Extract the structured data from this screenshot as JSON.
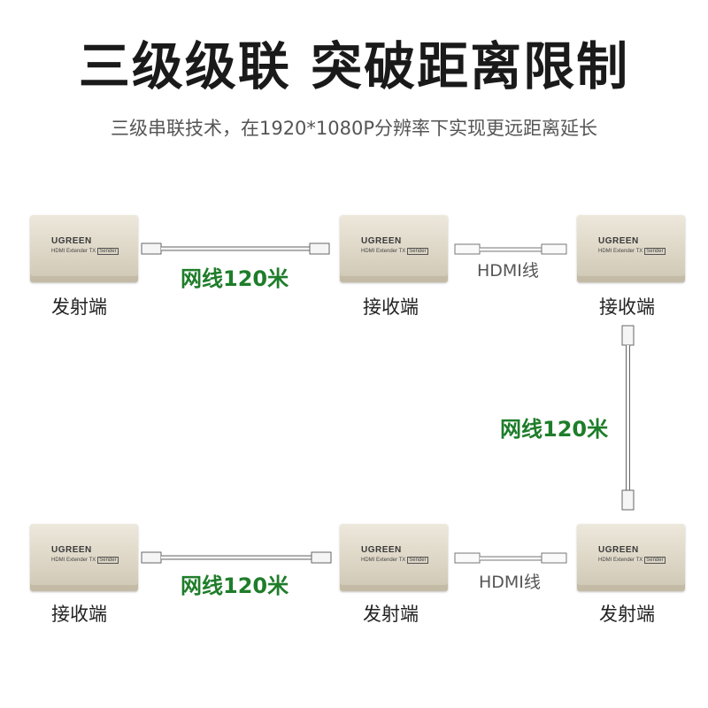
{
  "title": "三级级联  突破距离限制",
  "subtitle": "三级串联技术，在1920*1080P分辨率下实现更远距离延长",
  "device": {
    "brand": "UGREEN",
    "model_text": "HDMI Extender TX",
    "model_boxed": "Sender"
  },
  "labels": {
    "row1_left": "发射端",
    "row1_mid": "接收端",
    "row1_right": "接收端",
    "row2_left": "接收端",
    "row2_mid": "发射端",
    "row2_right": "发射端"
  },
  "cables": {
    "net_top": "网线120米",
    "net_vertical": "网线120米",
    "net_bottom": "网线120米",
    "hdmi_top": "HDMI线",
    "hdmi_bottom": "HDMI线"
  },
  "colors": {
    "green_label": "#1e7d2a",
    "device_body": "#ddd6c6"
  }
}
